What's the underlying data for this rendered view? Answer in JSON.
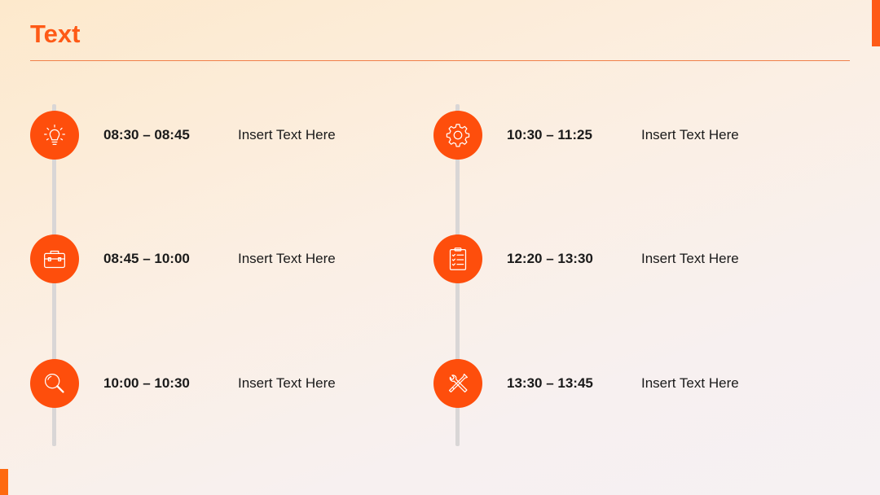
{
  "slide": {
    "title": "Text",
    "accent_color": "#fe5a16",
    "line_color": "#d9d6d6"
  },
  "schedule": {
    "left": [
      {
        "time": "08:30 – 08:45",
        "text": "Insert Text Here",
        "icon": "lightbulb-icon"
      },
      {
        "time": "08:45 – 10:00",
        "text": "Insert Text Here",
        "icon": "briefcase-icon"
      },
      {
        "time": "10:00 – 10:30",
        "text": "Insert Text Here",
        "icon": "magnifier-icon"
      }
    ],
    "right": [
      {
        "time": "10:30 – 11:25",
        "text": "Insert Text Here",
        "icon": "gear-icon"
      },
      {
        "time": "12:20 – 13:30",
        "text": "Insert Text Here",
        "icon": "checklist-icon"
      },
      {
        "time": "13:30 – 13:45",
        "text": "Insert Text Here",
        "icon": "tools-icon"
      }
    ]
  }
}
